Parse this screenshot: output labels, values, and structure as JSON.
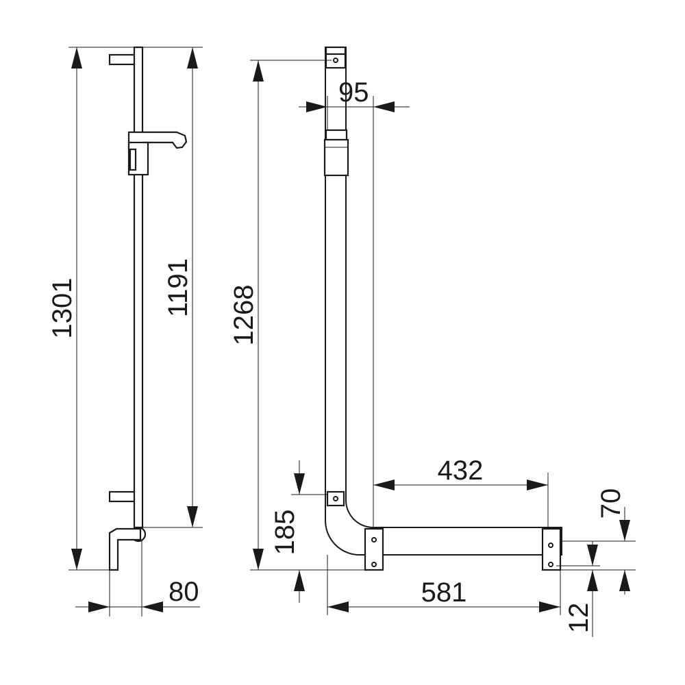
{
  "dimensions": {
    "total_height": "1301",
    "rail_length": "1191",
    "vertical_height": "1268",
    "wall_offset_top": "95",
    "wall_offset_left": "80",
    "horizontal_inner": "432",
    "horizontal_total": "581",
    "height_floor": "185",
    "bracket_height": "70",
    "bracket_gap": "12"
  }
}
